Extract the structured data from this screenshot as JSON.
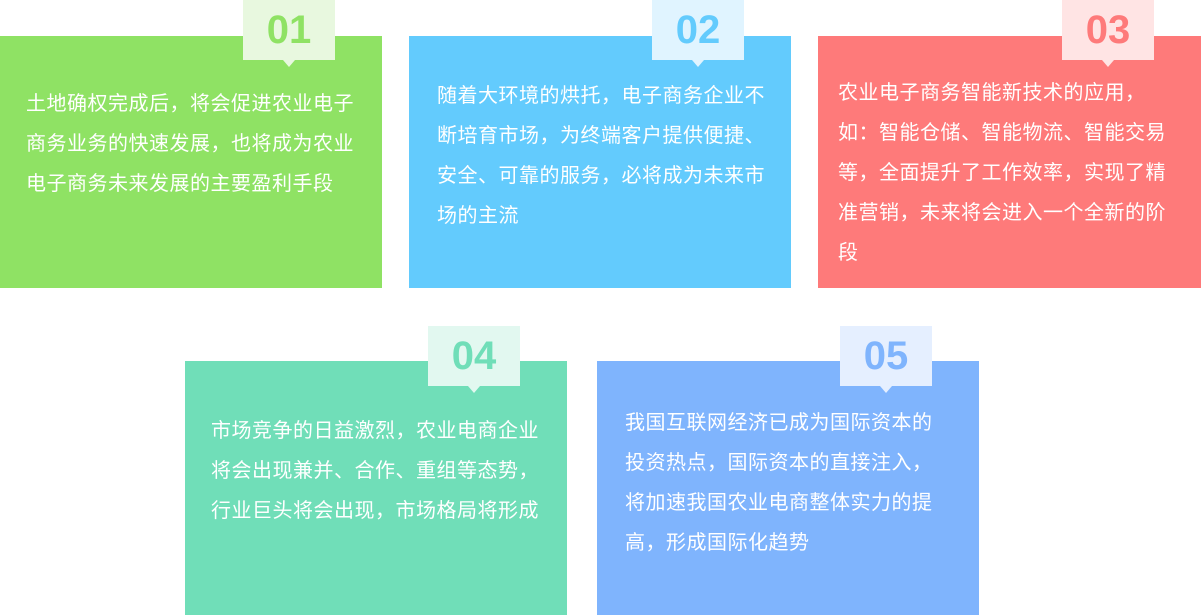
{
  "cards": [
    {
      "number": "01",
      "text": "土地确权完成后，将会促进农业电子商务业务的快速发展，也将成为农业电子商务未来发展的主要盈利手段",
      "color": "#8fe264",
      "label_bg": "#e8f8df"
    },
    {
      "number": "02",
      "text": "随着大环境的烘托，电子商务企业不断培育市场，为终端客户提供便捷、安全、可靠的服务，必将成为未来市场的主流",
      "color": "#63cbfd",
      "label_bg": "#e0f4ff"
    },
    {
      "number": "03",
      "text": "农业电子商务智能新技术的应用，如：智能仓储、智能物流、智能交易等，全面提升了工作效率，实现了精准营销，未来将会进入一个全新的阶段",
      "color": "#fe7a7a",
      "label_bg": "#ffe4e4"
    },
    {
      "number": "04",
      "text": "市场竞争的日益激烈，农业电商企业将会出现兼并、合作、重组等态势，行业巨头将会出现，市场格局将形成",
      "color": "#70deb8",
      "label_bg": "#e2f8f0"
    },
    {
      "number": "05",
      "text": "我国互联网经济已成为国际资本的投资热点，国际资本的直接注入，将加速我国农业电商整体实力的提高，形成国际化趋势",
      "color": "#7fb4fd",
      "label_bg": "#e5efff"
    }
  ]
}
